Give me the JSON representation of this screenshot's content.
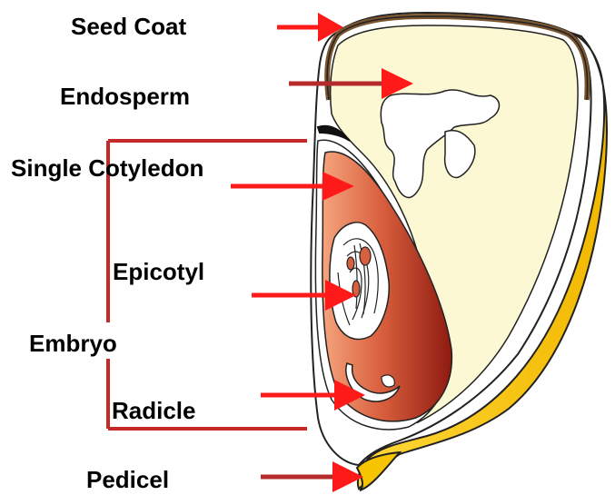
{
  "diagram": {
    "labels": {
      "seed_coat": "Seed Coat",
      "endosperm": "Endosperm",
      "single_cotyledon": "Single Cotyledon",
      "epicotyl": "Epicotyl",
      "embryo": "Embryo",
      "radicle": "Radicle",
      "pedicel": "Pedicel"
    },
    "colors": {
      "arrow": "#ff1a1a",
      "arrow_dark": "#b52a2a",
      "bracket": "#c62828",
      "pericarp_yellow": "#f6c400",
      "endosperm_cream": "#fbf8d3",
      "seed_coat_brown": "#7a5530",
      "embryo_red": "#d9603e"
    }
  }
}
